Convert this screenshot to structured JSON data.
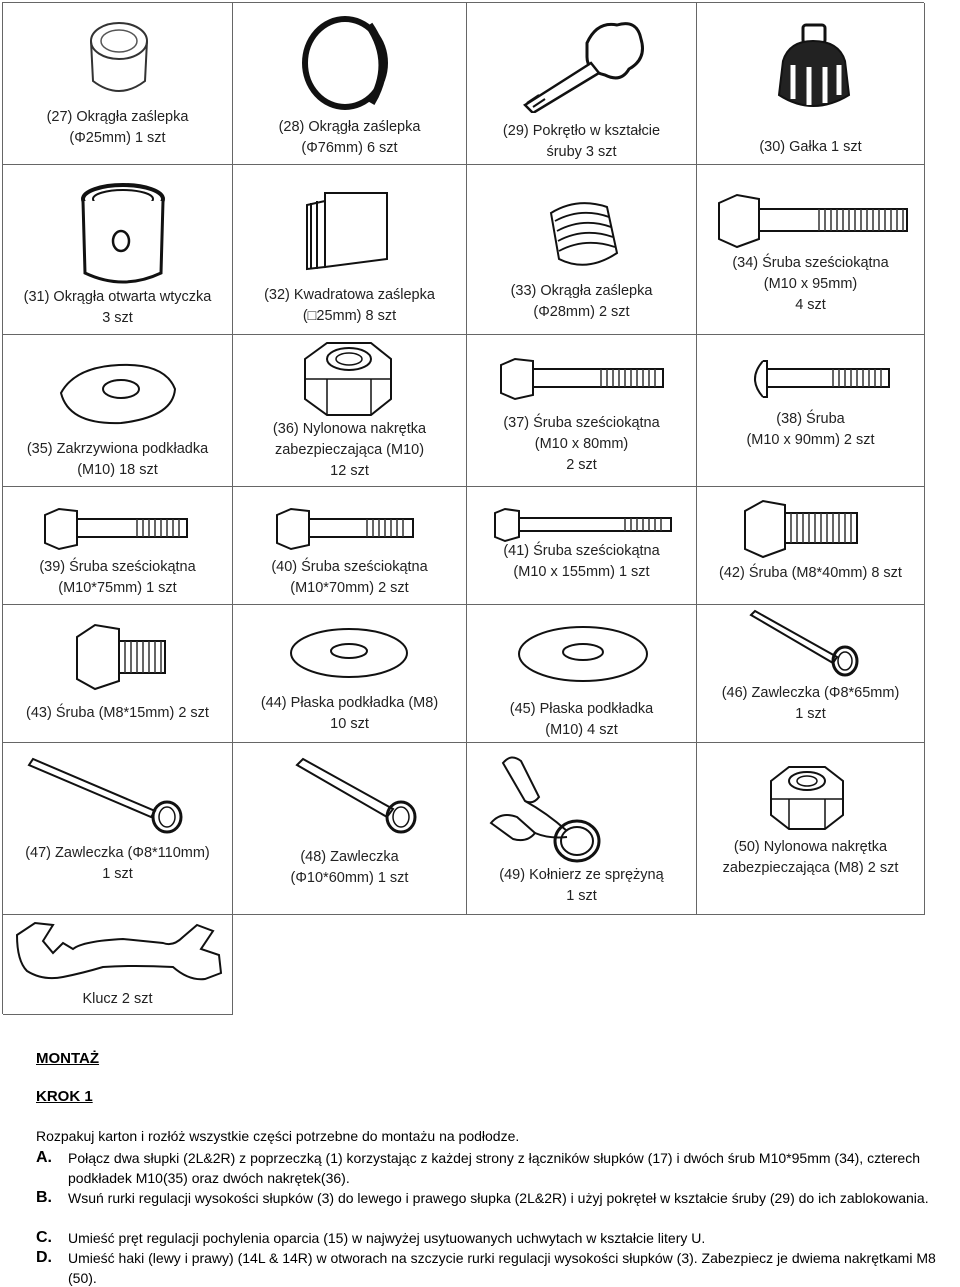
{
  "parts": [
    {
      "id": "27",
      "caption": "(27) Okrągła zaślepka\n(Φ25mm) 1 szt",
      "icon": "round-cap-icon"
    },
    {
      "id": "28",
      "caption": "(28) Okrągła zaślepka\n(Φ76mm) 6 szt",
      "icon": "large-round-cap-icon"
    },
    {
      "id": "29",
      "caption": "(29) Pokrętło w kształcie\nśruby 3 szt",
      "icon": "screw-knob-icon"
    },
    {
      "id": "30",
      "caption": "(30) Gałka 1 szt",
      "icon": "knob-icon"
    },
    {
      "id": "31",
      "caption": "(31) Okrągła otwarta wtyczka\n3 szt",
      "icon": "open-plug-icon"
    },
    {
      "id": "32",
      "caption": "(32) Kwadratowa zaślepka\n(□25mm) 8 szt",
      "icon": "square-cap-icon"
    },
    {
      "id": "33",
      "caption": "(33) Okrągła zaślepka\n(Φ28mm) 2 szt",
      "icon": "ribbed-cap-icon"
    },
    {
      "id": "34",
      "caption": "(34) Śruba sześciokątna\n(M10 x 95mm)\n4 szt",
      "icon": "hex-bolt-icon"
    },
    {
      "id": "35",
      "caption": "(35) Zakrzywiona podkładka\n(M10) 18 szt",
      "icon": "curved-washer-icon"
    },
    {
      "id": "36",
      "caption": "(36) Nylonowa nakrętka\nzabezpieczająca (M10)\n12 szt",
      "icon": "nylon-nut-icon"
    },
    {
      "id": "37",
      "caption": "(37) Śruba sześciokątna\n(M10 x 80mm)\n2 szt",
      "icon": "hex-bolt-icon"
    },
    {
      "id": "38",
      "caption": "(38) Śruba\n(M10 x 90mm) 2 szt",
      "icon": "carriage-bolt-icon"
    },
    {
      "id": "39",
      "caption": "(39) Śruba sześciokątna\n(M10*75mm) 1 szt",
      "icon": "hex-bolt-icon"
    },
    {
      "id": "40",
      "caption": "(40) Śruba sześciokątna\n(M10*70mm) 2 szt",
      "icon": "hex-bolt-icon"
    },
    {
      "id": "41",
      "caption": "(41) Śruba sześciokątna\n(M10 x 155mm) 1 szt",
      "icon": "long-hex-bolt-icon"
    },
    {
      "id": "42",
      "caption": "(42) Śruba (M8*40mm) 8 szt",
      "icon": "short-hex-bolt-icon"
    },
    {
      "id": "43",
      "caption": "(43) Śruba (M8*15mm) 2 szt",
      "icon": "short-hex-bolt-icon"
    },
    {
      "id": "44",
      "caption": "(44) Płaska podkładka (M8)\n10 szt",
      "icon": "flat-washer-icon"
    },
    {
      "id": "45",
      "caption": "(45) Płaska podkładka\n(M10) 4 szt",
      "icon": "flat-washer-icon"
    },
    {
      "id": "46",
      "caption": "(46) Zawleczka (Φ8*65mm)\n1 szt",
      "icon": "pin-icon"
    },
    {
      "id": "47",
      "caption": "(47) Zawleczka (Φ8*110mm)\n1 szt",
      "icon": "pin-icon"
    },
    {
      "id": "48",
      "caption": "(48) Zawleczka\n(Φ10*60mm) 1 szt",
      "icon": "pin-icon"
    },
    {
      "id": "49",
      "caption": "(49) Kołnierz ze sprężyną\n1 szt",
      "icon": "spring-collar-icon"
    },
    {
      "id": "50",
      "caption": "(50) Nylonowa nakrętka\nzabezpieczająca (M8) 2 szt",
      "icon": "nylon-nut-icon"
    },
    {
      "id": "wrench",
      "caption": "Klucz  2 szt",
      "icon": "wrench-icon"
    }
  ],
  "assembly": {
    "title": "MONTAŻ",
    "step_title": "KROK 1",
    "intro": "Rozpakuj karton i rozłóż wszystkie części potrzebne do montażu na podłodze.",
    "steps": [
      {
        "letter": "A.",
        "text": "Połącz dwa słupki (2L&2R) z poprzeczką (1) korzystając z każdej strony z łączników słupków (17) i dwóch śrub M10*95mm (34), czterech podkładek M10(35) oraz dwóch nakrętek(36)."
      },
      {
        "letter": "B.",
        "text": "Wsuń rurki regulacji wysokości słupków (3) do lewego i prawego słupka (2L&2R) i użyj pokręteł w kształcie śruby (29) do ich zablokowania."
      },
      {
        "letter": "C.",
        "text": "Umieść pręt regulacji pochylenia oparcia (15) w najwyżej usytuowanych uchwytach w kształcie litery U."
      },
      {
        "letter": "D.",
        "text": "Umieść haki (lewy i prawy) (14L & 14R) w otworach na szczycie rurki regulacji wysokości słupków (3). Zabezpiecz je dwiema nakrętkami M8 (50)."
      }
    ]
  }
}
